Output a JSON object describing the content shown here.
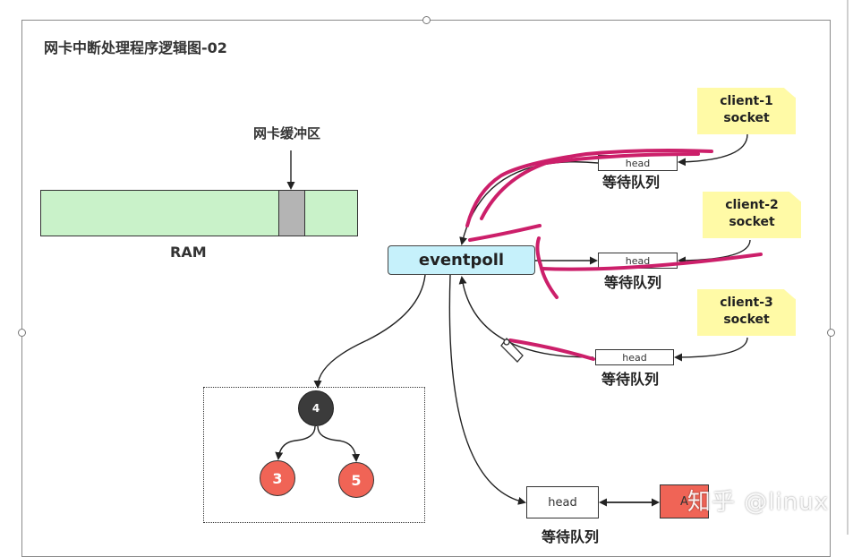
{
  "title": "网卡中断处理程序逻辑图-02",
  "buffer_label": "网卡缓冲区",
  "ram_label": "RAM",
  "eventpoll_label": "eventpoll",
  "queues": [
    {
      "head": "head",
      "label": "等待队列"
    },
    {
      "head": "head",
      "label": "等待队列"
    },
    {
      "head": "head",
      "label": "等待队列"
    }
  ],
  "clients": [
    {
      "line1": "client-1",
      "line2": "socket"
    },
    {
      "line1": "client-2",
      "line2": "socket"
    },
    {
      "line1": "client-3",
      "line2": "socket"
    }
  ],
  "tree": {
    "root": "4",
    "left": "3",
    "right": "5"
  },
  "ready_list": {
    "head": "head",
    "item": "A",
    "label": "等待队列"
  },
  "watermark": "知乎 @linux",
  "colors": {
    "annotation": "#cc1f6a",
    "eventpoll_fill": "#c6f1fb",
    "ram_fill": "#c9f2c9",
    "note_fill": "#fffaa6",
    "node_red": "#f06456"
  }
}
